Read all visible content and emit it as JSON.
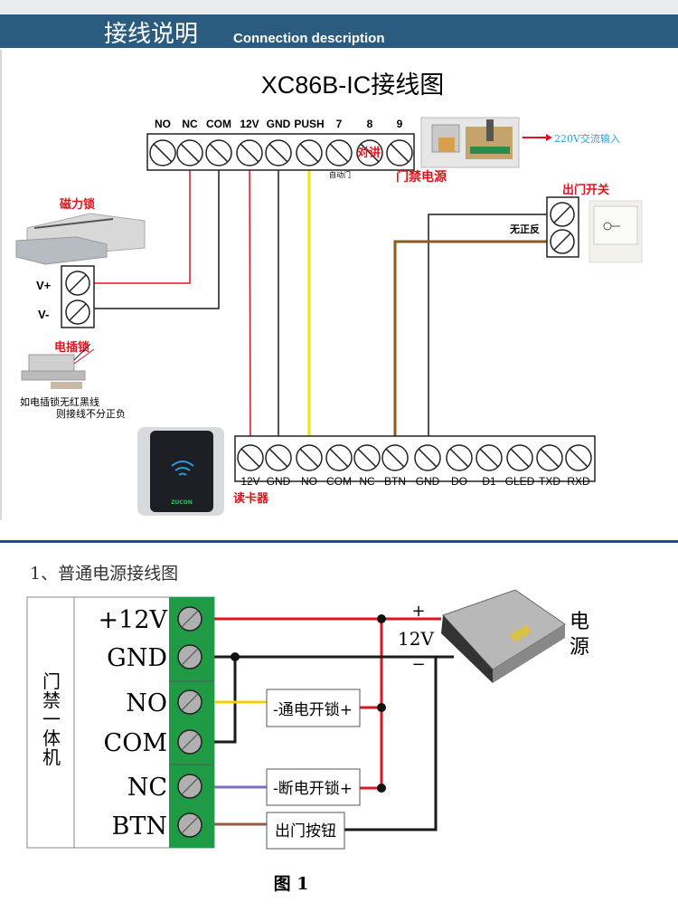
{
  "header": {
    "title_cn": "接线说明",
    "title_en": "Connection description"
  },
  "diagram1": {
    "title": "XC86B-IC接线图",
    "top_terminals": [
      "NO",
      "NC",
      "COM",
      "12V",
      "GND",
      "PUSH",
      "7",
      "8",
      "9"
    ],
    "intercom_label": "对讲",
    "auto_door_label": "自动门",
    "access_power_label": "门禁电源",
    "ac_input_label": "220V交流输入",
    "mag_lock_label": "磁力锁",
    "vplus_label": "V+",
    "vminus_label": "V-",
    "electric_bolt_label": "电插锁",
    "bolt_note_line1": "如电插锁无红黑线",
    "bolt_note_line2": "则接线不分正负",
    "exit_switch_label": "出门开关",
    "no_polarity_label": "无正反",
    "reader_label": "读卡器",
    "reader_brand": "ZUCON",
    "bottom_terminals": [
      "12V",
      "GND",
      "NO",
      "COM",
      "NC",
      "BTN",
      "GND",
      "DO",
      "D1",
      "GLED",
      "TXD",
      "RXD"
    ]
  },
  "diagram2": {
    "title": "1、普通电源接线图",
    "device_label": [
      "门",
      "禁",
      "一",
      "体",
      "机"
    ],
    "terminals": [
      "+12V",
      "GND",
      "NO",
      "COM",
      "NC",
      "BTN"
    ],
    "power_on_unlock": "-通电开锁+",
    "power_off_unlock": "-断电开锁+",
    "exit_button": "出门按钮",
    "plus_label": "+",
    "voltage_label": "12V",
    "minus_label": "−",
    "power_label": [
      "电",
      "源"
    ],
    "caption": "图 1"
  },
  "colors": {
    "header_bg": "#2b5b7f",
    "separator": "#1f4e86",
    "red_wire": "#e0141e",
    "black_wire": "#1a1a1a",
    "yellow_wire": "#f5e400",
    "brown_wire": "#8b5a1e",
    "purple_wire": "#7a70c0",
    "terminal_green": "#1f9a45",
    "label_red": "#e0141e",
    "ac_text": "#2aa0d8"
  }
}
